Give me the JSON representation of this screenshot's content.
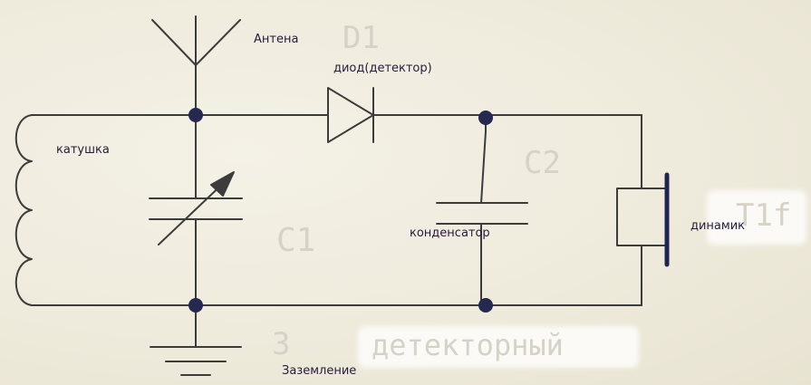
{
  "labels": {
    "antenna": "Антена",
    "diode": "диод(детектор)",
    "coil": "катушка",
    "capacitor": "конденсатор",
    "speaker": "динамик",
    "ground": "Заземление"
  },
  "faded_labels": {
    "d1": "D1",
    "c2": "C2",
    "c1": "C1",
    "t1": "T1f",
    "title_number": "3",
    "title_word": "детекторный"
  },
  "colors": {
    "wire": "#3c3c3c",
    "node": "#25284f",
    "speaker_bar": "#1f2450",
    "text": "#2a1a3a",
    "faded_text": "#d6d2c6"
  }
}
